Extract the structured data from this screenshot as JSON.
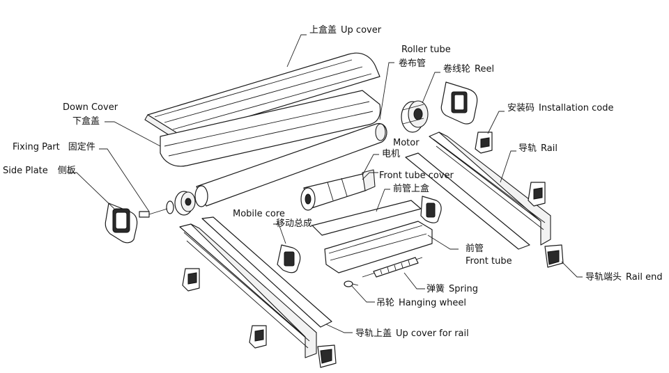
{
  "labels": {
    "up_cover": {
      "cn": "上盒盖",
      "en": "Up cover"
    },
    "roller_tube": {
      "en": "Roller tube",
      "cn": "卷布管"
    },
    "reel": {
      "cn": "卷线轮",
      "en": "Reel"
    },
    "down_cover": {
      "en": "Down Cover",
      "cn": "下盒盖"
    },
    "installation_code": {
      "cn": "安装码",
      "en": "Installation code"
    },
    "fixing_part": {
      "en": "Fixing Part",
      "cn": "固定件"
    },
    "side_plate": {
      "en": "Side Plate",
      "cn": "侧板"
    },
    "motor": {
      "en": "Motor",
      "cn": "电机"
    },
    "rail": {
      "cn": "导轨",
      "en": "Rail"
    },
    "front_tube_cover": {
      "en": "Front tube cover",
      "cn": "前管上盒"
    },
    "mobile_core": {
      "en": "Mobile core",
      "cn": "移动总成"
    },
    "front_tube": {
      "cn": "前管",
      "en": "Front tube"
    },
    "rail_end": {
      "cn": "导轨端头",
      "en": "Rail end"
    },
    "spring": {
      "cn": "弹簧",
      "en": "Spring"
    },
    "hanging_wheel": {
      "cn": "吊轮",
      "en": "Hanging wheel"
    },
    "up_cover_for_rail": {
      "cn": "导轨上盖",
      "en": "Up cover for rail"
    }
  }
}
